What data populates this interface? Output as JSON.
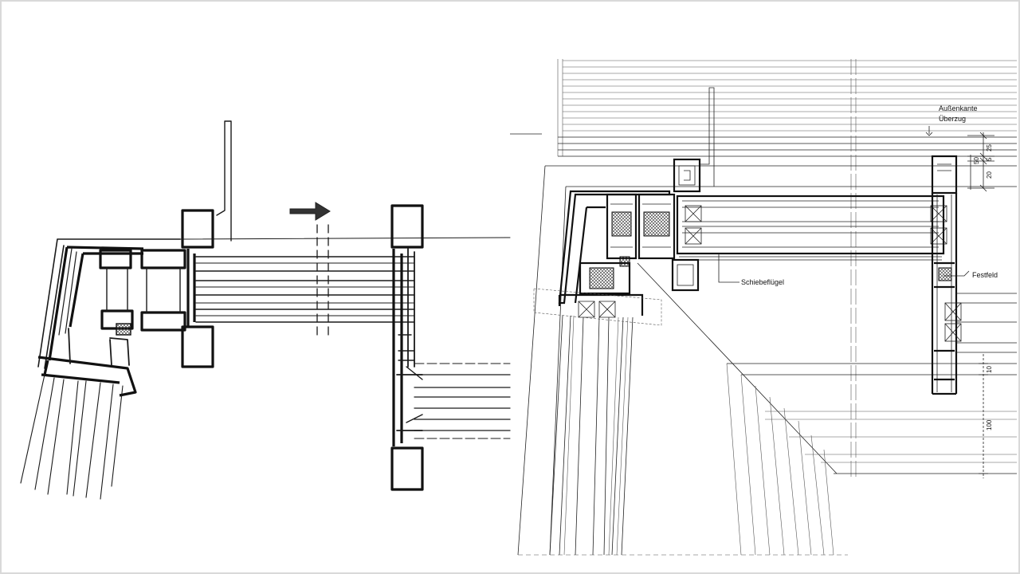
{
  "labels": {
    "outer_edge_line1": "Außenkante",
    "outer_edge_line2": "Überzug",
    "sliding_sash": "Schiebeflügel",
    "fixed_panel": "Festfeld"
  },
  "dimensions": {
    "d25": "25",
    "d50": "50",
    "d5": "5",
    "d20": "20",
    "d10": "10",
    "d100": "100"
  },
  "colors": {
    "line": "#111111",
    "frame_border": "#d9d9d9",
    "background": "#ffffff"
  },
  "icons": {
    "arrow": "sliding-direction-arrow-icon"
  }
}
